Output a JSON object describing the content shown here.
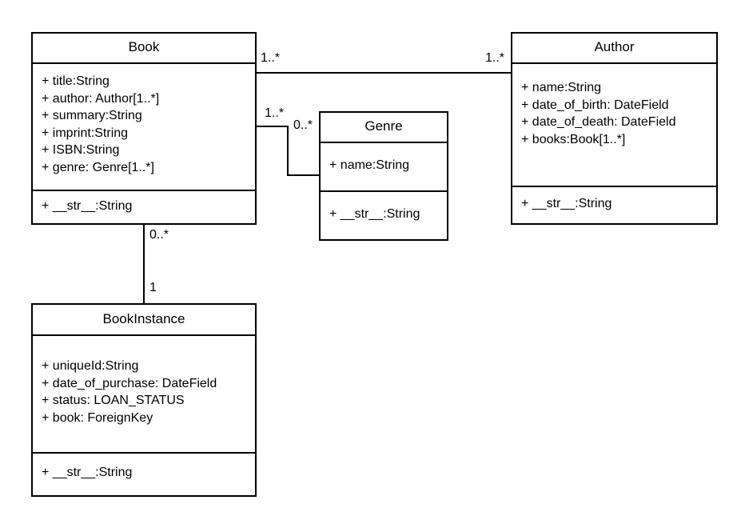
{
  "classes": {
    "book": {
      "name": "Book",
      "attributes": [
        "+ title:String",
        "+ author: Author[1..*]",
        "+ summary:String",
        "+ imprint:String",
        "+ ISBN:String",
        "+ genre: Genre[1..*]"
      ],
      "operations": [
        "+ __str__:String"
      ]
    },
    "author": {
      "name": "Author",
      "attributes": [
        "+ name:String",
        "+ date_of_birth: DateField",
        "+ date_of_death: DateField",
        "+ books:Book[1..*]"
      ],
      "operations": [
        "+ __str__:String"
      ]
    },
    "genre": {
      "name": "Genre",
      "attributes": [
        "+ name:String"
      ],
      "operations": [
        "+ __str__:String"
      ]
    },
    "bookinstance": {
      "name": "BookInstance",
      "attributes": [
        "+ uniqueId:String",
        "+ date_of_purchase: DateField",
        "+ status: LOAN_STATUS",
        "+ book: ForeignKey"
      ],
      "operations": [
        "+ __str__:String"
      ]
    }
  },
  "associations": {
    "book_author": {
      "book_end": "1..*",
      "author_end": "1..*"
    },
    "book_genre": {
      "book_end": "1..*",
      "genre_end": "0..*"
    },
    "book_bookinstance": {
      "book_end": "0..*",
      "instance_end": "1"
    }
  }
}
